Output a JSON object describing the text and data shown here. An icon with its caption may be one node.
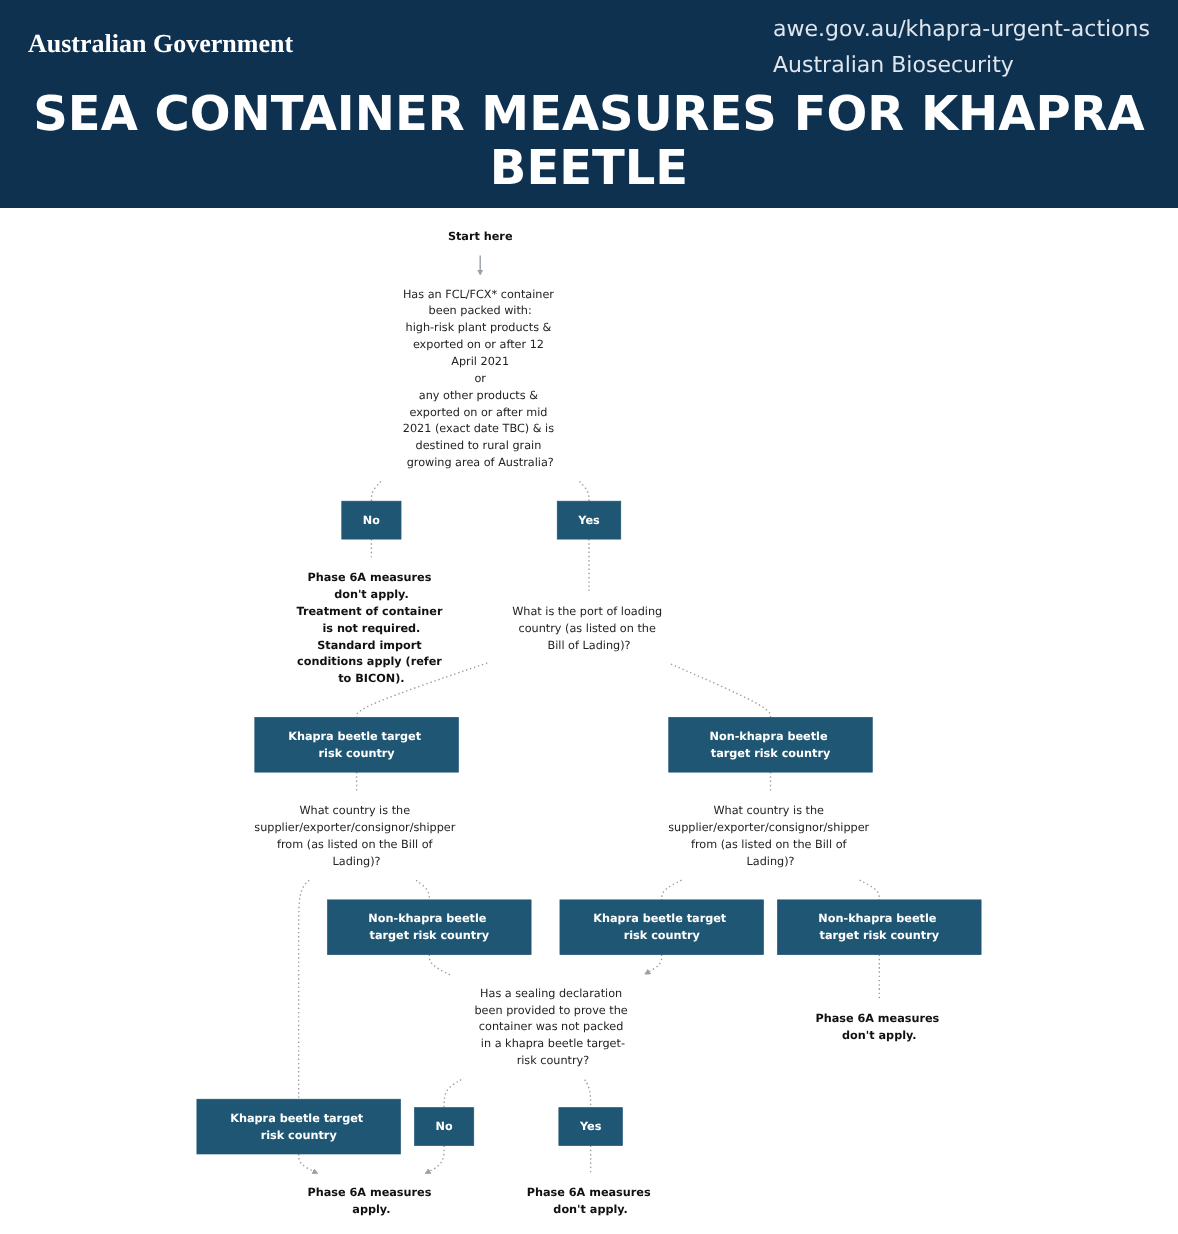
{
  "diagram": {
    "title": "SEA CONTAINER MEASURES FOR KHAPRA BEETLE",
    "nodes": [
      {
        "text": [
          "Start here"
        ]
      },
      {
        "text": [
          "Has an FCL/FCX* container been packed with:",
          "high-risk plant products & exported on or after 12 April 2021",
          "or",
          "any other products & exported on or after mid 2021 (exact date TBC) & is destined to rural grain growing area of Australia?"
        ]
      },
      {
        "text": [
          "No"
        ]
      },
      {
        "text": [
          "Phase 6A measures don't apply.",
          "Treatment of container is not required.",
          "Standard import conditions apply (refer to BICON)."
        ]
      },
      {
        "text": [
          "Yes"
        ]
      },
      {
        "text": [
          "What is the port of loading country (as listed on the Bill of Lading)?"
        ]
      },
      {
        "text": [
          "Khapra beetle target risk country"
        ]
      },
      {
        "text": [
          "Non-khapra beetle target risk country"
        ]
      },
      {
        "text": [
          "What country is the supplier/exporter/consignor/shipper from (as listed on the Bill of Lading)?"
        ]
      },
      {
        "text": [
          "What country is the supplier/exporter/consignor/shipper from (as listed on the Bill of Lading)?"
        ]
      },
      {
        "text": [
          "Khapra beetle target risk country"
        ]
      },
      {
        "text": [
          "Non-khapra beetle target risk country"
        ]
      },
      {
        "text": [
          "Khapra beetle target risk country"
        ]
      },
      {
        "text": [
          "Non-khapra beetle target risk country"
        ]
      },
      {
        "text": [
          "Has a sealing declaration been provided to prove the container was not packed in a khapra beetle target-risk country?"
        ]
      },
      {
        "text": [
          "No"
        ]
      },
      {
        "text": [
          "Yes"
        ]
      },
      {
        "text": [
          "Phase 6A measures apply."
        ]
      },
      {
        "text": [
          "Phase 6A measures don't apply."
        ]
      },
      {
        "text": [
          "Phase 6A measures don't apply."
        ]
      }
    ],
    "edges": [
      {
        "from": 0,
        "to": 1,
        "arrow": "to"
      },
      {
        "from": 1,
        "to": 2,
        "arrow": "none",
        "style": "dashed"
      },
      {
        "from": 2,
        "to": 3,
        "arrow": "none",
        "style": "dashed"
      },
      {
        "from": 1,
        "to": 4,
        "arrow": "none",
        "style": "dashed"
      },
      {
        "from": 4,
        "to": 5,
        "arrow": "none",
        "style": "dashed"
      },
      {
        "from": 5,
        "to": 6,
        "arrow": "none",
        "style": "dashed"
      },
      {
        "from": 5,
        "to": 7,
        "arrow": "none",
        "style": "dashed"
      },
      {
        "from": 6,
        "to": 8,
        "arrow": "none",
        "style": "dashed"
      },
      {
        "from": 7,
        "to": 9,
        "arrow": "none",
        "style": "dashed"
      },
      {
        "from": 8,
        "to": 10,
        "arrow": "none",
        "style": "dashed"
      },
      {
        "from": 8,
        "to": 11,
        "arrow": "none",
        "style": "dashed"
      },
      {
        "from": 9,
        "to": 12,
        "arrow": "none",
        "style": "dashed"
      },
      {
        "from": 9,
        "to": 13,
        "arrow": "none",
        "style": "dashed"
      },
      {
        "from": 12,
        "to": 14,
        "arrow": "to",
        "style": "dashed"
      },
      {
        "from": 11,
        "to": 14,
        "arrow": "none",
        "style": "dashed"
      },
      {
        "from": 14,
        "to": 15,
        "arrow": "none",
        "style": "dashed"
      },
      {
        "from": 14,
        "to": 16,
        "arrow": "none",
        "style": "dashed"
      },
      {
        "from": 10,
        "to": 17,
        "arrow": "to",
        "style": "dashed"
      },
      {
        "from": 15,
        "to": 17,
        "arrow": "to",
        "style": "dashed"
      },
      {
        "from": 16,
        "to": 18,
        "arrow": "none",
        "style": "dashed"
      },
      {
        "from": 13,
        "to": 19,
        "arrow": "none",
        "style": "dashed"
      }
    ],
    "labels": [
      "Australian Government",
      "awe.gov.au/khapra-urgent-actions",
      "Australian Biosecurity"
    ]
  }
}
